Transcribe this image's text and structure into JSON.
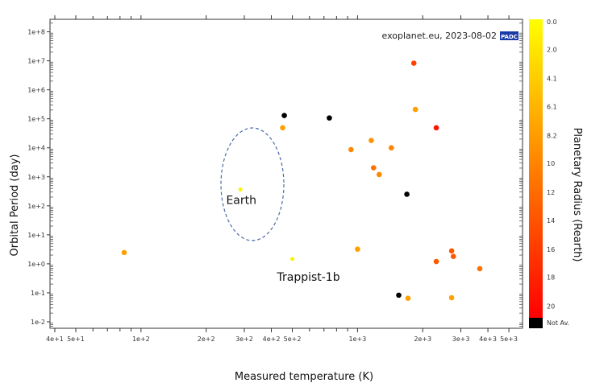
{
  "chart_data": {
    "type": "scatter",
    "title": "",
    "credit": "exoplanet.eu, 2023-08-02",
    "logo": "PADC",
    "xlabel": "Measured temperature (K)",
    "ylabel": "Orbital Period (day)",
    "xscale": "log",
    "yscale": "log",
    "xlim": [
      38,
      5780
    ],
    "ylim": [
      0.006,
      270000000.0
    ],
    "x_ticks": [
      {
        "value": 40,
        "label": "4e+1"
      },
      {
        "value": 50,
        "label": "5e+1"
      },
      {
        "value": 100,
        "label": "1e+2"
      },
      {
        "value": 200,
        "label": "2e+2"
      },
      {
        "value": 300,
        "label": "3e+2"
      },
      {
        "value": 400,
        "label": "4e+2"
      },
      {
        "value": 500,
        "label": "5e+2"
      },
      {
        "value": 1000,
        "label": "1e+3"
      },
      {
        "value": 2000,
        "label": "2e+3"
      },
      {
        "value": 3000,
        "label": "3e+3"
      },
      {
        "value": 4000,
        "label": "4e+3"
      },
      {
        "value": 5000,
        "label": "5e+3"
      }
    ],
    "y_ticks": [
      {
        "value": 100000000.0,
        "label": "1e+8"
      },
      {
        "value": 10000000.0,
        "label": "1e+7"
      },
      {
        "value": 1000000.0,
        "label": "1e+6"
      },
      {
        "value": 100000.0,
        "label": "1e+5"
      },
      {
        "value": 10000.0,
        "label": "1e+4"
      },
      {
        "value": 1000.0,
        "label": "1e+3"
      },
      {
        "value": 100.0,
        "label": "1e+2"
      },
      {
        "value": 10.0,
        "label": "1e+1"
      },
      {
        "value": 1,
        "label": "1e+0"
      },
      {
        "value": 0.1,
        "label": "1e-1"
      },
      {
        "value": 0.01,
        "label": "1e-2"
      }
    ],
    "colorbar": {
      "label": "Planetary Radius (Rearth)",
      "range": [
        0,
        21.5
      ],
      "tick_labels": [
        "0.0",
        "2.0",
        "4.1",
        "6.1",
        "8.2",
        "10",
        "12",
        "14",
        "16",
        "18",
        "20"
      ],
      "tick_values": [
        0,
        2.0,
        4.1,
        6.1,
        8.2,
        10.2,
        12.3,
        14.3,
        16.4,
        18.4,
        20.5
      ],
      "na_label": "Not Av.",
      "color_low": "#ffff00",
      "color_high": "#ff0000",
      "na_color": "#000000"
    },
    "points": [
      {
        "x": 1820,
        "y": 8300000.0,
        "radius": 16
      },
      {
        "x": 1850,
        "y": 210000.0,
        "radius": 8
      },
      {
        "x": 2310,
        "y": 49000.0,
        "radius": 20
      },
      {
        "x": 459,
        "y": 130000.0,
        "radius": null
      },
      {
        "x": 741,
        "y": 107000.0,
        "radius": null
      },
      {
        "x": 451,
        "y": 49000.0,
        "radius": 8
      },
      {
        "x": 1157,
        "y": 18000.0,
        "radius": 9
      },
      {
        "x": 933,
        "y": 8700.0,
        "radius": 10
      },
      {
        "x": 1432,
        "y": 10000.0,
        "radius": 10
      },
      {
        "x": 1186,
        "y": 2050.0,
        "radius": 12
      },
      {
        "x": 1259,
        "y": 1200.0,
        "radius": 10
      },
      {
        "x": 288,
        "y": 365,
        "radius": 1.0,
        "label": "Earth"
      },
      {
        "x": 1690,
        "y": 250,
        "radius": null
      },
      {
        "x": 83.6,
        "y": 2.45,
        "radius": 8
      },
      {
        "x": 1000,
        "y": 3.2,
        "radius": 8
      },
      {
        "x": 500,
        "y": 1.47,
        "radius": 1.1,
        "label": "Trappist-1b"
      },
      {
        "x": 2720,
        "y": 2.8,
        "radius": 14
      },
      {
        "x": 2770,
        "y": 1.8,
        "radius": 14
      },
      {
        "x": 2310,
        "y": 1.2,
        "radius": 14
      },
      {
        "x": 3670,
        "y": 0.68,
        "radius": 12
      },
      {
        "x": 1550,
        "y": 0.083,
        "radius": null
      },
      {
        "x": 1710,
        "y": 0.065,
        "radius": 8
      },
      {
        "x": 2720,
        "y": 0.068,
        "radius": 8
      }
    ]
  }
}
